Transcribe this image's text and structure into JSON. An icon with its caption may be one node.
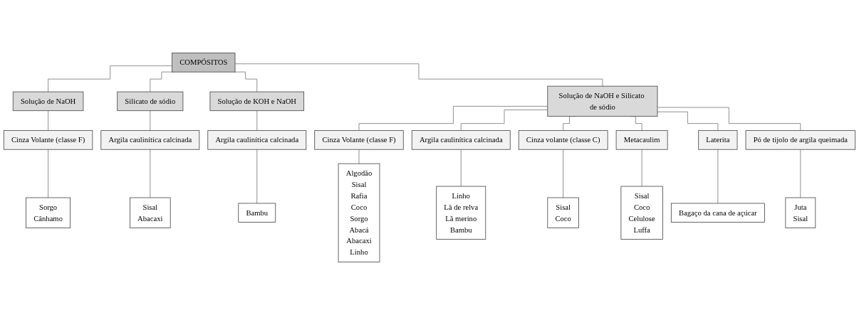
{
  "diagram": {
    "nodes": [
      {
        "text": [
          "COMPÓSITOS"
        ]
      },
      {
        "text": [
          "Solução de NaOH"
        ]
      },
      {
        "text": [
          "Cinza Volante (classe F)"
        ]
      },
      {
        "text": [
          "Sorgo",
          "Cânhamo"
        ]
      },
      {
        "text": [
          "Silicato de sódio"
        ]
      },
      {
        "text": [
          "Argila caulinítica calcinada"
        ]
      },
      {
        "text": [
          "Sisal",
          "Abacaxi"
        ]
      },
      {
        "text": [
          "Solução de KOH e NaOH"
        ]
      },
      {
        "text": [
          "Argila caulinítica calcinada"
        ]
      },
      {
        "text": [
          "Bambu"
        ]
      },
      {
        "text": [
          "Solução de NaOH e Silicato de sódio"
        ]
      },
      {
        "text": [
          "Cinza Volante (classe F)"
        ]
      },
      {
        "text": [
          "Algodão",
          "Sisal",
          "Rafia",
          "Coco",
          "Sorgo",
          "Abacá",
          "Abacaxi",
          "Linho"
        ]
      },
      {
        "text": [
          "Argila caulinítica calcinada"
        ]
      },
      {
        "text": [
          "Linho",
          "Lã de relva",
          "Lã merino",
          "Bambu"
        ]
      },
      {
        "text": [
          "Cinza volante (classe C)"
        ]
      },
      {
        "text": [
          "Sisal",
          "Coco"
        ]
      },
      {
        "text": [
          "Metacaulim"
        ]
      },
      {
        "text": [
          "Sisal",
          "Coco",
          "Celulose",
          "Luffa"
        ]
      },
      {
        "text": [
          "Laterita"
        ]
      },
      {
        "text": [
          "Bagaço da cana de açúcar"
        ]
      },
      {
        "text": [
          "Pó de tijolo de argila queimada"
        ]
      },
      {
        "text": [
          "Juta",
          "Sisal"
        ]
      }
    ],
    "edges": [
      {
        "from": 0,
        "to": 1,
        "arrow": "none"
      },
      {
        "from": 1,
        "to": 2,
        "arrow": "none"
      },
      {
        "from": 2,
        "to": 3,
        "arrow": "none"
      },
      {
        "from": 0,
        "to": 4,
        "arrow": "none"
      },
      {
        "from": 4,
        "to": 5,
        "arrow": "none"
      },
      {
        "from": 5,
        "to": 6,
        "arrow": "none"
      },
      {
        "from": 0,
        "to": 7,
        "arrow": "none"
      },
      {
        "from": 7,
        "to": 8,
        "arrow": "none"
      },
      {
        "from": 8,
        "to": 9,
        "arrow": "none"
      },
      {
        "from": 0,
        "to": 10,
        "arrow": "none"
      },
      {
        "from": 10,
        "to": 11,
        "arrow": "none"
      },
      {
        "from": 11,
        "to": 12,
        "arrow": "none"
      },
      {
        "from": 10,
        "to": 13,
        "arrow": "none"
      },
      {
        "from": 13,
        "to": 14,
        "arrow": "none"
      },
      {
        "from": 10,
        "to": 15,
        "arrow": "none"
      },
      {
        "from": 15,
        "to": 16,
        "arrow": "none"
      },
      {
        "from": 10,
        "to": 17,
        "arrow": "none"
      },
      {
        "from": 17,
        "to": 18,
        "arrow": "none"
      },
      {
        "from": 10,
        "to": 19,
        "arrow": "none"
      },
      {
        "from": 19,
        "to": 20,
        "arrow": "none"
      },
      {
        "from": 10,
        "to": 21,
        "arrow": "none"
      },
      {
        "from": 21,
        "to": 22,
        "arrow": "none"
      }
    ]
  }
}
